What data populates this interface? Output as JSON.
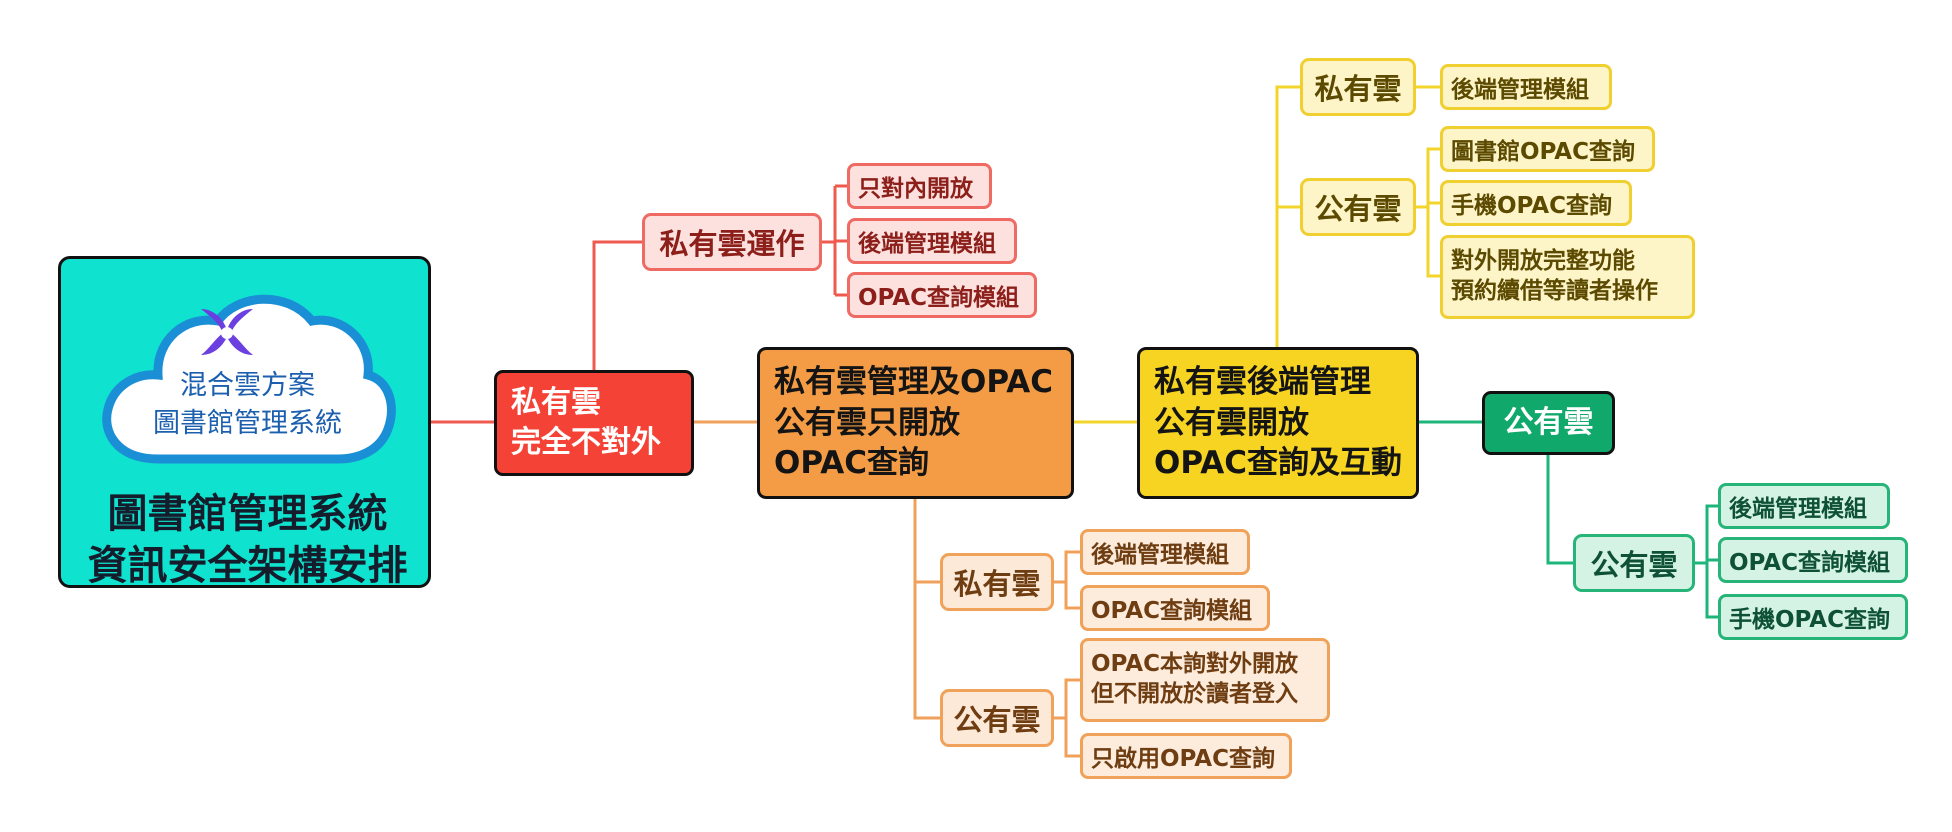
{
  "root": {
    "cloud_line1": "混合雲方案",
    "cloud_line2": "圖書館管理系統",
    "title_line1": "圖書館管理系統",
    "title_line2": "資訊安全架構安排"
  },
  "branches": {
    "private_closed": {
      "line1": "私有雲",
      "line2": "完全不對外",
      "child": {
        "label": "私有雲運作",
        "items": [
          "只對內開放",
          "後端管理模組",
          "OPAC查詢模組"
        ]
      }
    },
    "hybrid_opac": {
      "line1": "私有雲管理及OPAC",
      "line2": "公有雲只開放",
      "line3": "OPAC查詢",
      "private": {
        "label": "私有雲",
        "items": [
          "後端管理模組",
          "OPAC查詢模組"
        ]
      },
      "public": {
        "label": "公有雲",
        "item1_line1": "OPAC本詢對外開放",
        "item1_line2": "但不開放於讀者登入",
        "item2": "只啟用OPAC查詢"
      }
    },
    "hybrid_interact": {
      "line1": "私有雲後端管理",
      "line2": "公有雲開放",
      "line3": "OPAC查詢及互動",
      "private": {
        "label": "私有雲",
        "items": [
          "後端管理模組"
        ]
      },
      "public": {
        "label": "公有雲",
        "items": [
          "圖書館OPAC查詢",
          "手機OPAC查詢"
        ],
        "item3_line1": "對外開放完整功能",
        "item3_line2": "預約續借等讀者操作"
      }
    },
    "public_only": {
      "label": "公有雲",
      "public": {
        "label": "公有雲",
        "items": [
          "後端管理模組",
          "OPAC查詢模組",
          "手機OPAC查詢"
        ]
      }
    }
  },
  "colors": {
    "root": "#0fe3cf",
    "red": "#f44336",
    "orange": "#f39c45",
    "yellow": "#f6d421",
    "green": "#11a86b"
  }
}
